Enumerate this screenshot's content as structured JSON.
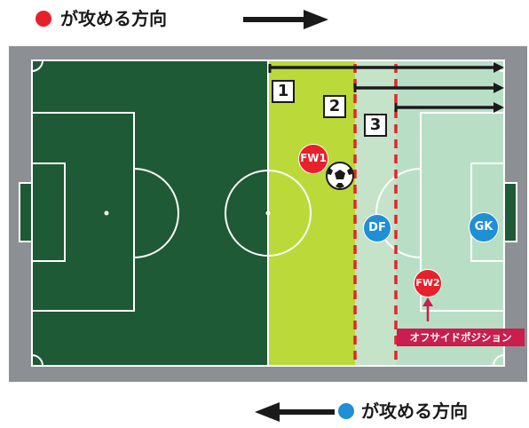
{
  "legend": {
    "red_direction": "が攻める方向",
    "blue_direction": "が攻める方向"
  },
  "lines": [
    {
      "number": "1"
    },
    {
      "number": "2"
    },
    {
      "number": "3"
    }
  ],
  "players": {
    "fw1": "FW1",
    "fw2": "FW2",
    "df": "DF",
    "gk": "GK"
  },
  "offside_label": "オフサイドポジション",
  "colors": {
    "red_team": "#e8202a",
    "blue_team": "#1f8fd6",
    "pitch_dark": "#1d5a35",
    "pitch_yellow_green": "#bcd93a",
    "pitch_light": "#b8dfc6",
    "border_gray": "#8c8f93",
    "dashed_line": "#e2262b",
    "offside_tag": "#c91e4e"
  },
  "icons": [
    "soccer-ball-icon",
    "arrow-right-icon",
    "arrow-left-icon",
    "up-arrow-icon"
  ]
}
